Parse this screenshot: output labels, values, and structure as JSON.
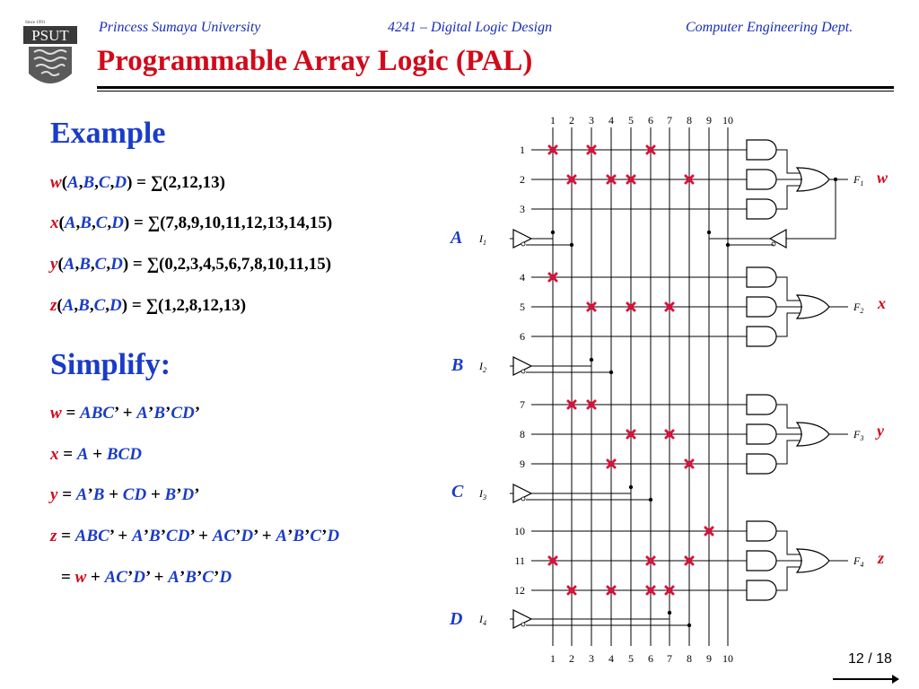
{
  "header": {
    "university": "Princess Sumaya University",
    "course": "4241 – Digital Logic Design",
    "department": "Computer Engineering Dept."
  },
  "logo": {
    "since": "Since 1991",
    "name": "PSUT"
  },
  "title": "Programmable Array Logic (PAL)",
  "example_heading": "Example",
  "simplify_heading": "Simplify:",
  "minterms": {
    "w": "∑(2,12,13)",
    "x": "∑(7,8,9,10,11,12,13,14,15)",
    "y": "∑(0,2,3,4,5,6,7,8,10,11,15)",
    "z": "∑(1,2,8,12,13)"
  },
  "diagram": {
    "column_numbers": [
      "1",
      "2",
      "3",
      "4",
      "5",
      "6",
      "7",
      "8",
      "9",
      "10"
    ],
    "row_numbers": [
      "1",
      "2",
      "3",
      "4",
      "5",
      "6",
      "7",
      "8",
      "9",
      "10",
      "11",
      "12"
    ],
    "input_pins": [
      "A",
      "B",
      "C",
      "D"
    ],
    "input_labels": [
      "I1",
      "I2",
      "I3",
      "I4"
    ],
    "output_labels": [
      "F1",
      "F2",
      "F3",
      "F4"
    ],
    "output_names": [
      "w",
      "x",
      "y",
      "z"
    ],
    "fuses": [
      {
        "row": 1,
        "cols": [
          1,
          3,
          6
        ]
      },
      {
        "row": 2,
        "cols": [
          2,
          4,
          5,
          8
        ]
      },
      {
        "row": 4,
        "cols": [
          1
        ]
      },
      {
        "row": 5,
        "cols": [
          3,
          5,
          7
        ]
      },
      {
        "row": 7,
        "cols": [
          2,
          3
        ]
      },
      {
        "row": 8,
        "cols": [
          5,
          7
        ]
      },
      {
        "row": 9,
        "cols": [
          4,
          8
        ]
      },
      {
        "row": 10,
        "cols": [
          9
        ]
      },
      {
        "row": 11,
        "cols": [
          1,
          6,
          8
        ]
      },
      {
        "row": 12,
        "cols": [
          2,
          4,
          6,
          7
        ]
      }
    ]
  },
  "page": {
    "current": "12",
    "total": "18"
  }
}
